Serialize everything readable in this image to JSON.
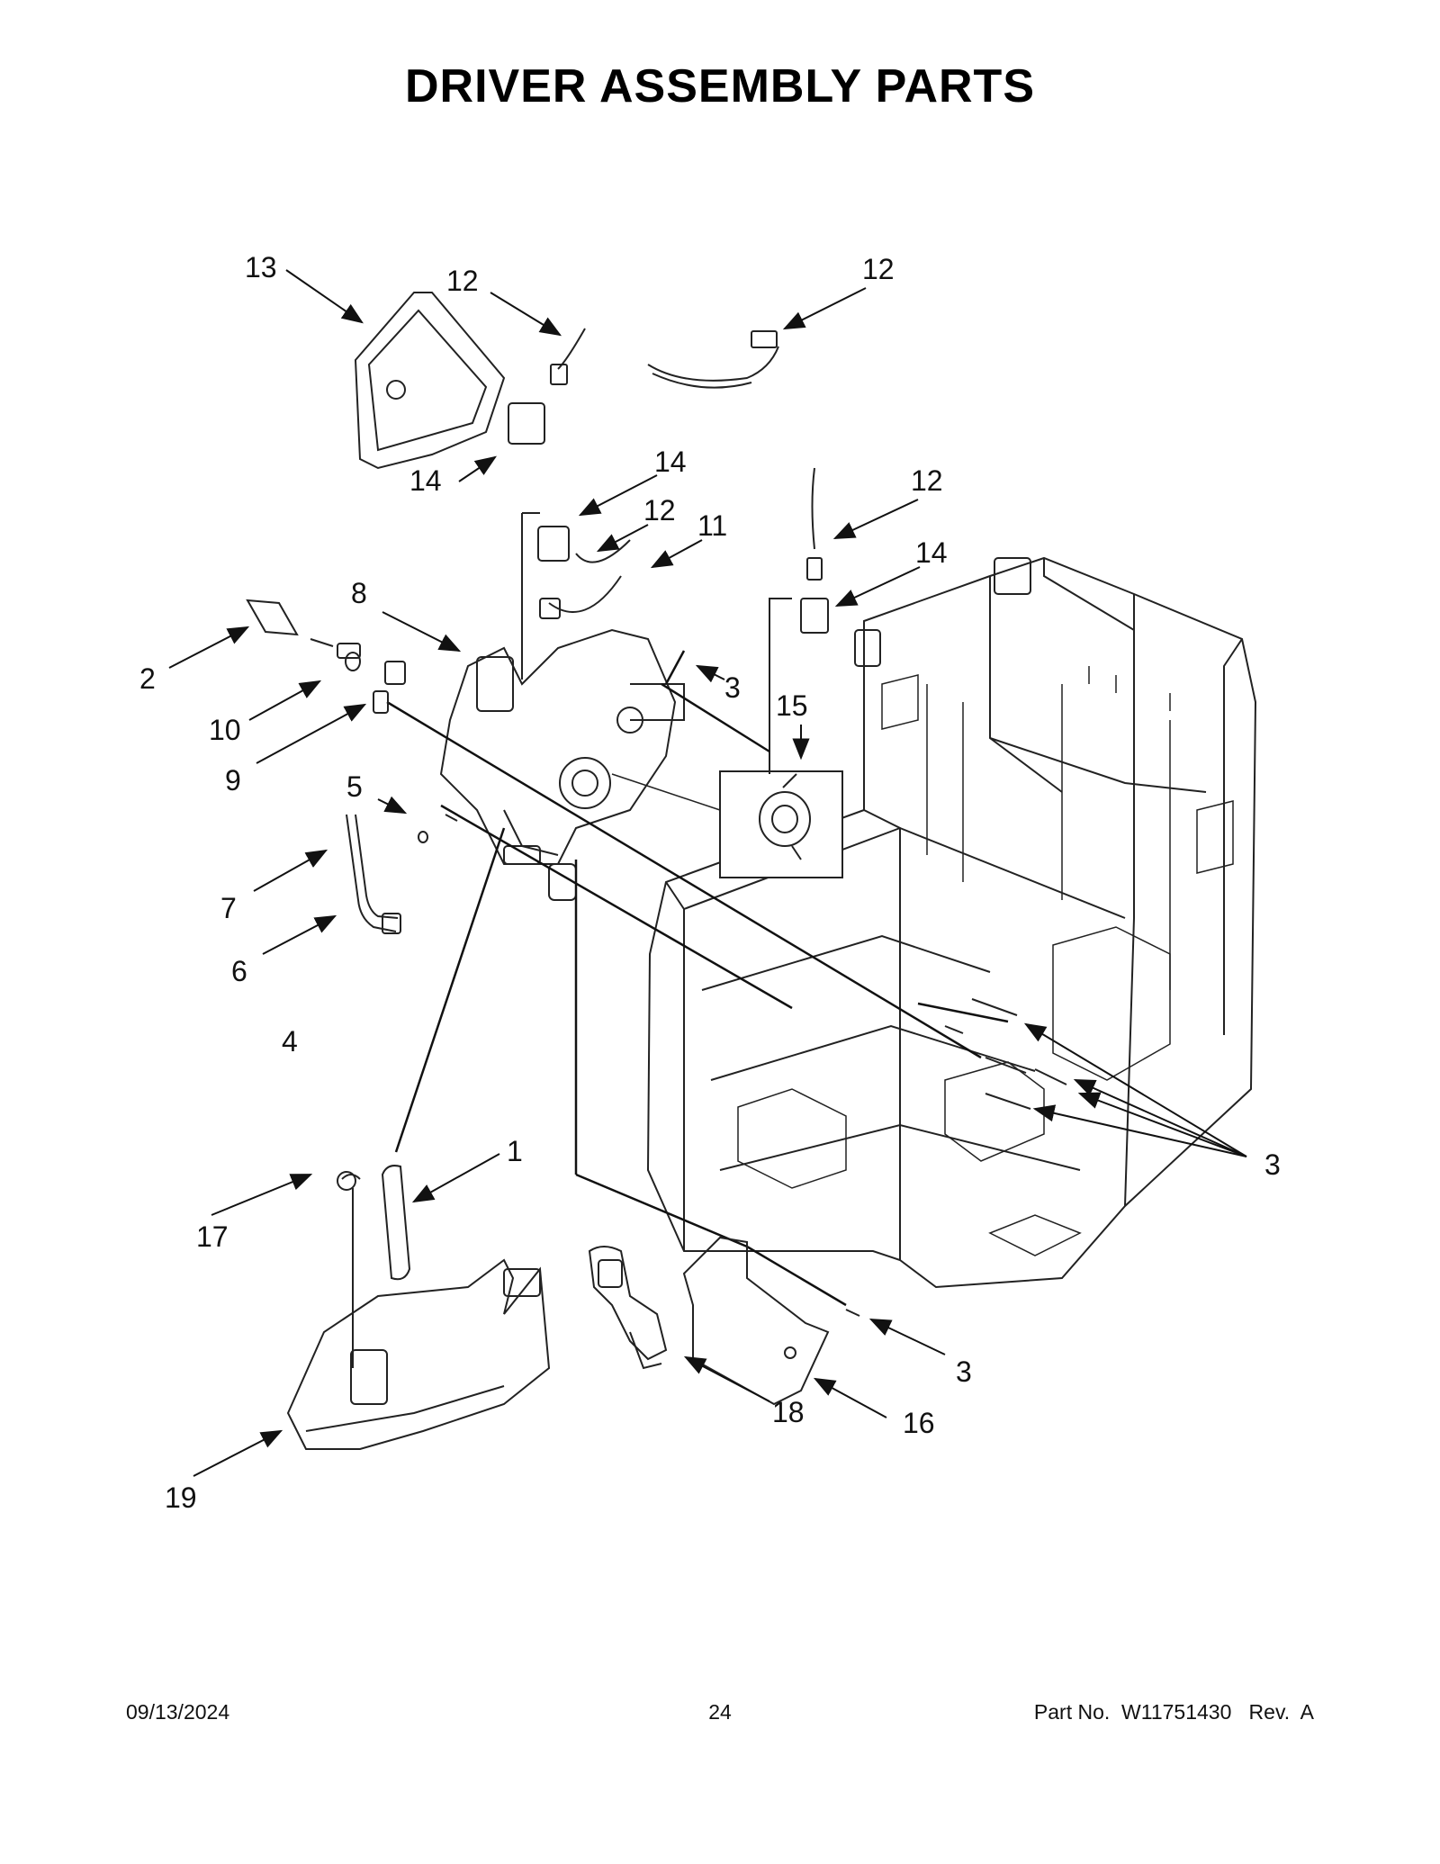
{
  "page": {
    "title": "DRIVER ASSEMBLY PARTS"
  },
  "callouts": [
    {
      "id": "c13a",
      "label": "13"
    },
    {
      "id": "c12a",
      "label": "12"
    },
    {
      "id": "c12b",
      "label": "12"
    },
    {
      "id": "c14a",
      "label": "14"
    },
    {
      "id": "c14b",
      "label": "14"
    },
    {
      "id": "c12c",
      "label": "12"
    },
    {
      "id": "c11",
      "label": "11"
    },
    {
      "id": "c12d",
      "label": "12"
    },
    {
      "id": "c14c",
      "label": "14"
    },
    {
      "id": "c8",
      "label": "8"
    },
    {
      "id": "c3a",
      "label": "3"
    },
    {
      "id": "c15",
      "label": "15"
    },
    {
      "id": "c2",
      "label": "2"
    },
    {
      "id": "c10",
      "label": "10"
    },
    {
      "id": "c9",
      "label": "9"
    },
    {
      "id": "c5",
      "label": "5"
    },
    {
      "id": "c7",
      "label": "7"
    },
    {
      "id": "c6",
      "label": "6"
    },
    {
      "id": "c4",
      "label": "4"
    },
    {
      "id": "c3b",
      "label": "3"
    },
    {
      "id": "c1",
      "label": "1"
    },
    {
      "id": "c17",
      "label": "17"
    },
    {
      "id": "c3c",
      "label": "3"
    },
    {
      "id": "c18",
      "label": "18"
    },
    {
      "id": "c16",
      "label": "16"
    },
    {
      "id": "c19",
      "label": "19"
    }
  ],
  "footer": {
    "date": "09/13/2024",
    "page_number": "24",
    "part_number": "Part No.  W11751430   Rev.  A"
  }
}
